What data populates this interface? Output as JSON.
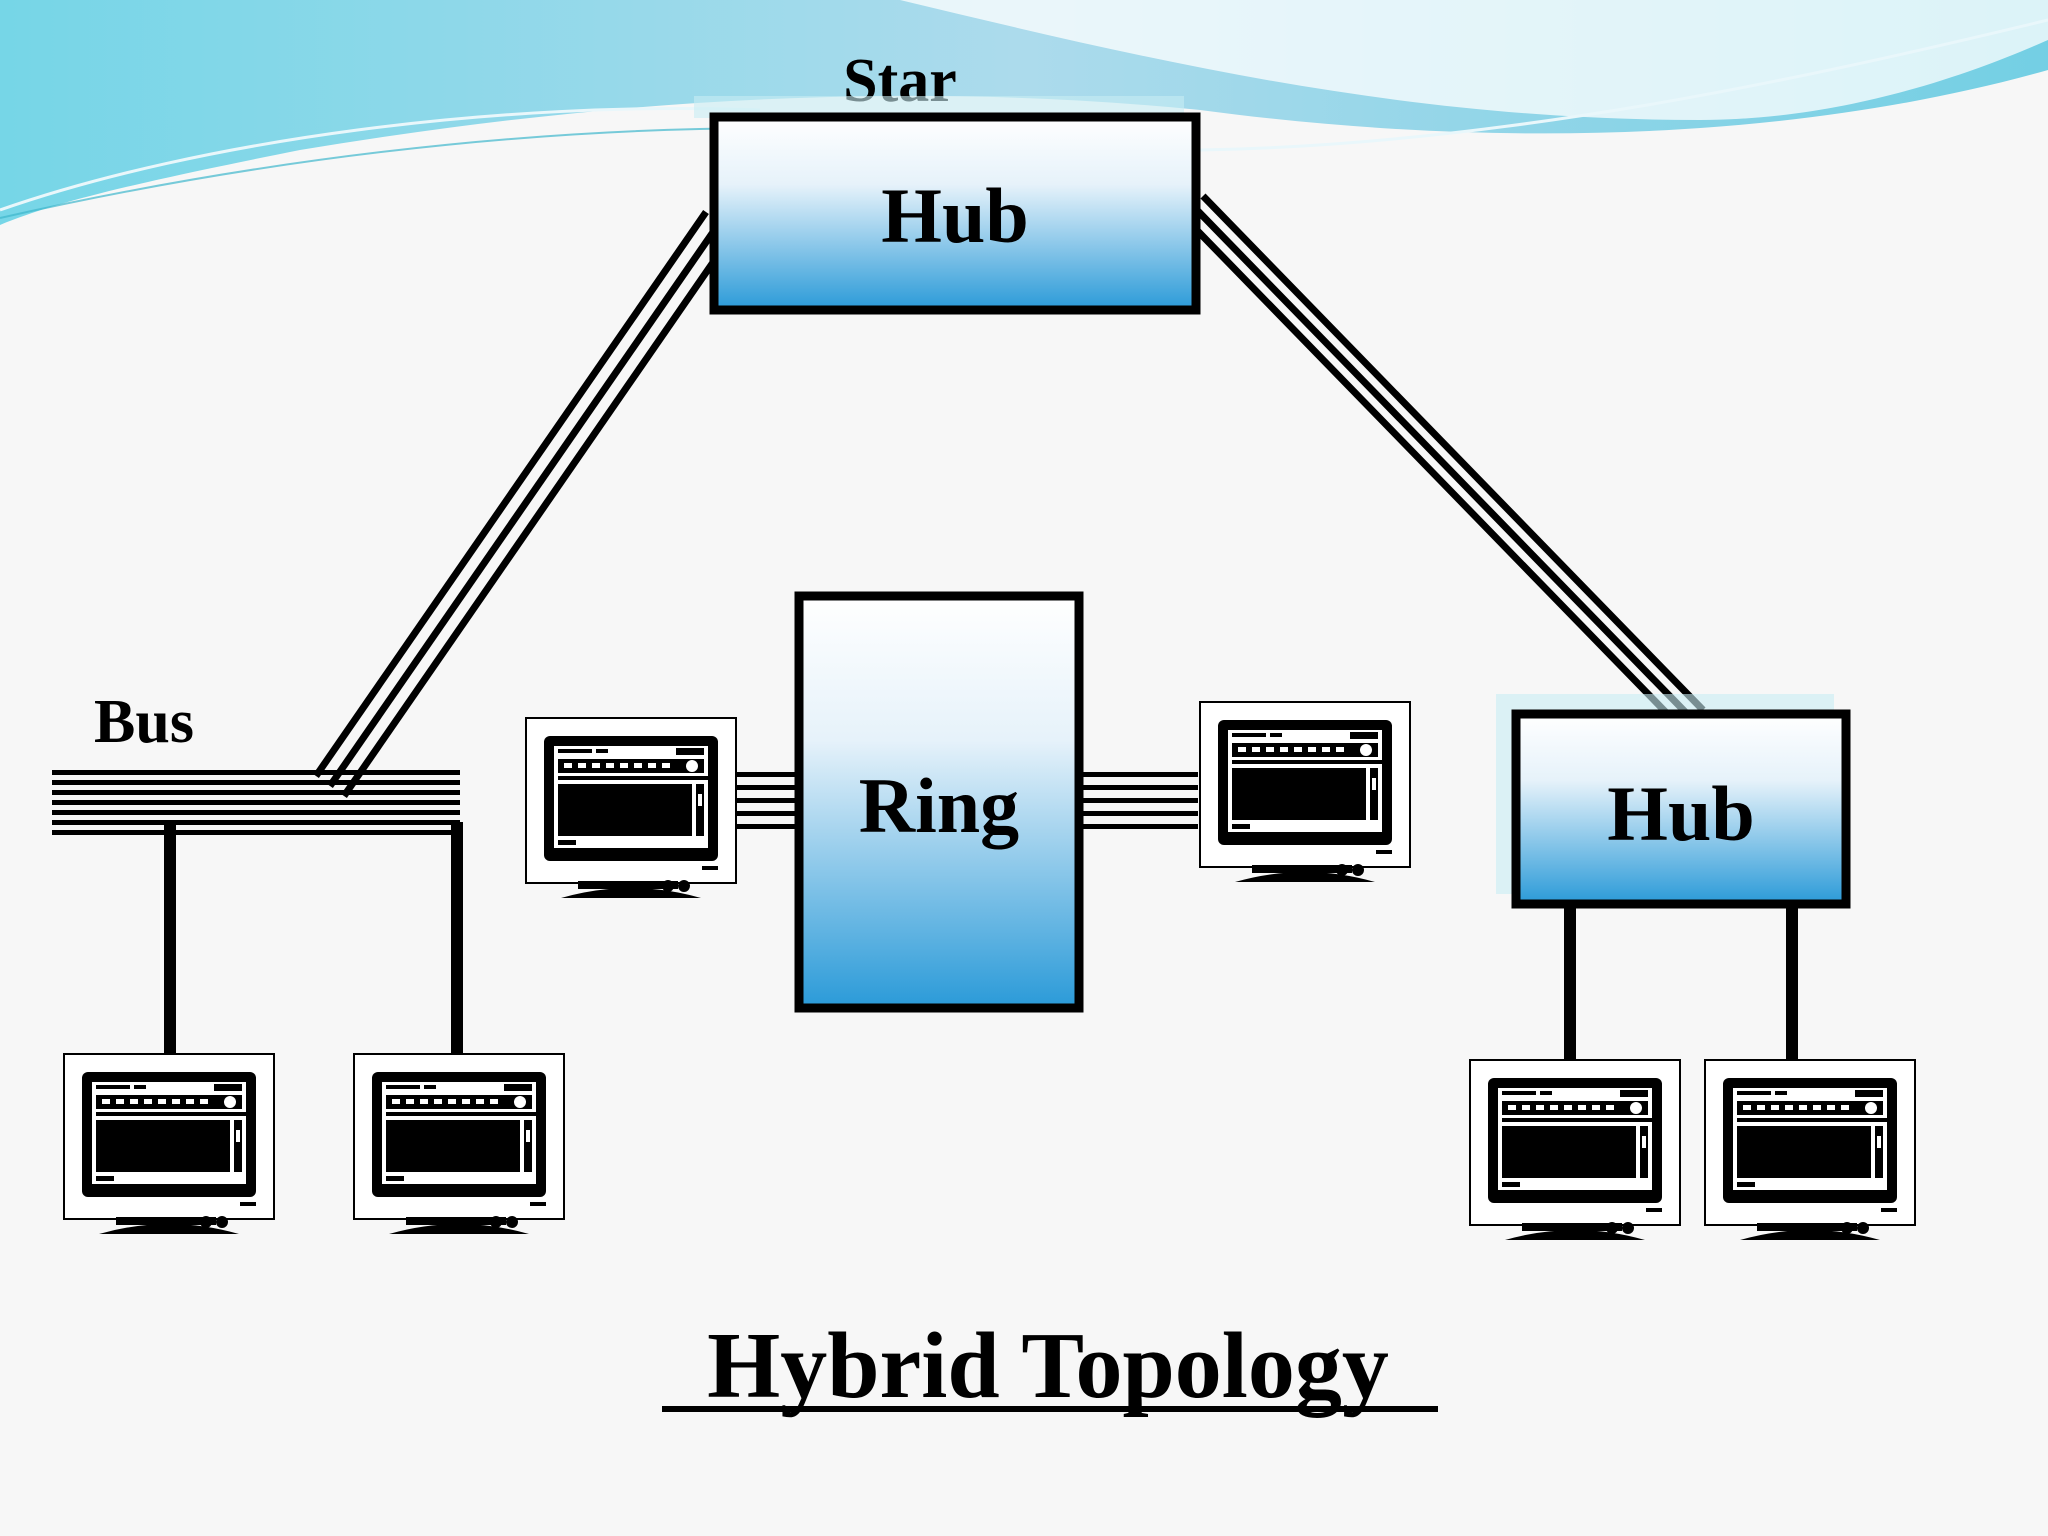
{
  "labels": {
    "star": "Star",
    "hub_top": "Hub",
    "bus": "Bus",
    "ring": "Ring",
    "hub_right": "Hub",
    "title": "Hybrid Topology"
  },
  "colors": {
    "box_top": "#ffffff",
    "box_bottom": "#2a9ad8",
    "wave_light": "#bfe7f0",
    "wave_mid": "#7fd3e6",
    "background": "#f7f7f7"
  }
}
